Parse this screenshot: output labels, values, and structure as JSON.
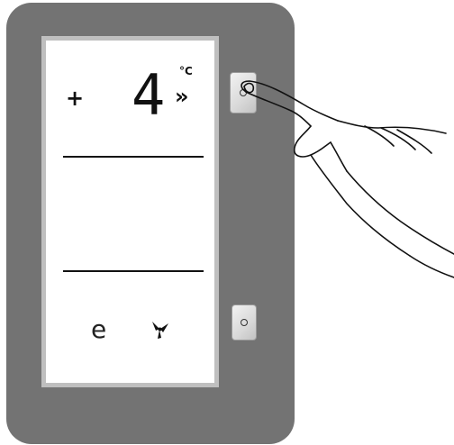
{
  "display": {
    "plus_sign": "+",
    "temperature": "4",
    "unit": "°C",
    "chevrons": "»",
    "eco_symbol": "e"
  },
  "icons": {
    "fan": "fan-icon",
    "button_top": "circle-button",
    "button_bottom": "circle-button",
    "hand": "pointing-hand"
  },
  "colors": {
    "panel": "#737373",
    "display_bg": "#ffffff",
    "display_border": "#bfbfbf",
    "button": "#d9d9d9"
  }
}
